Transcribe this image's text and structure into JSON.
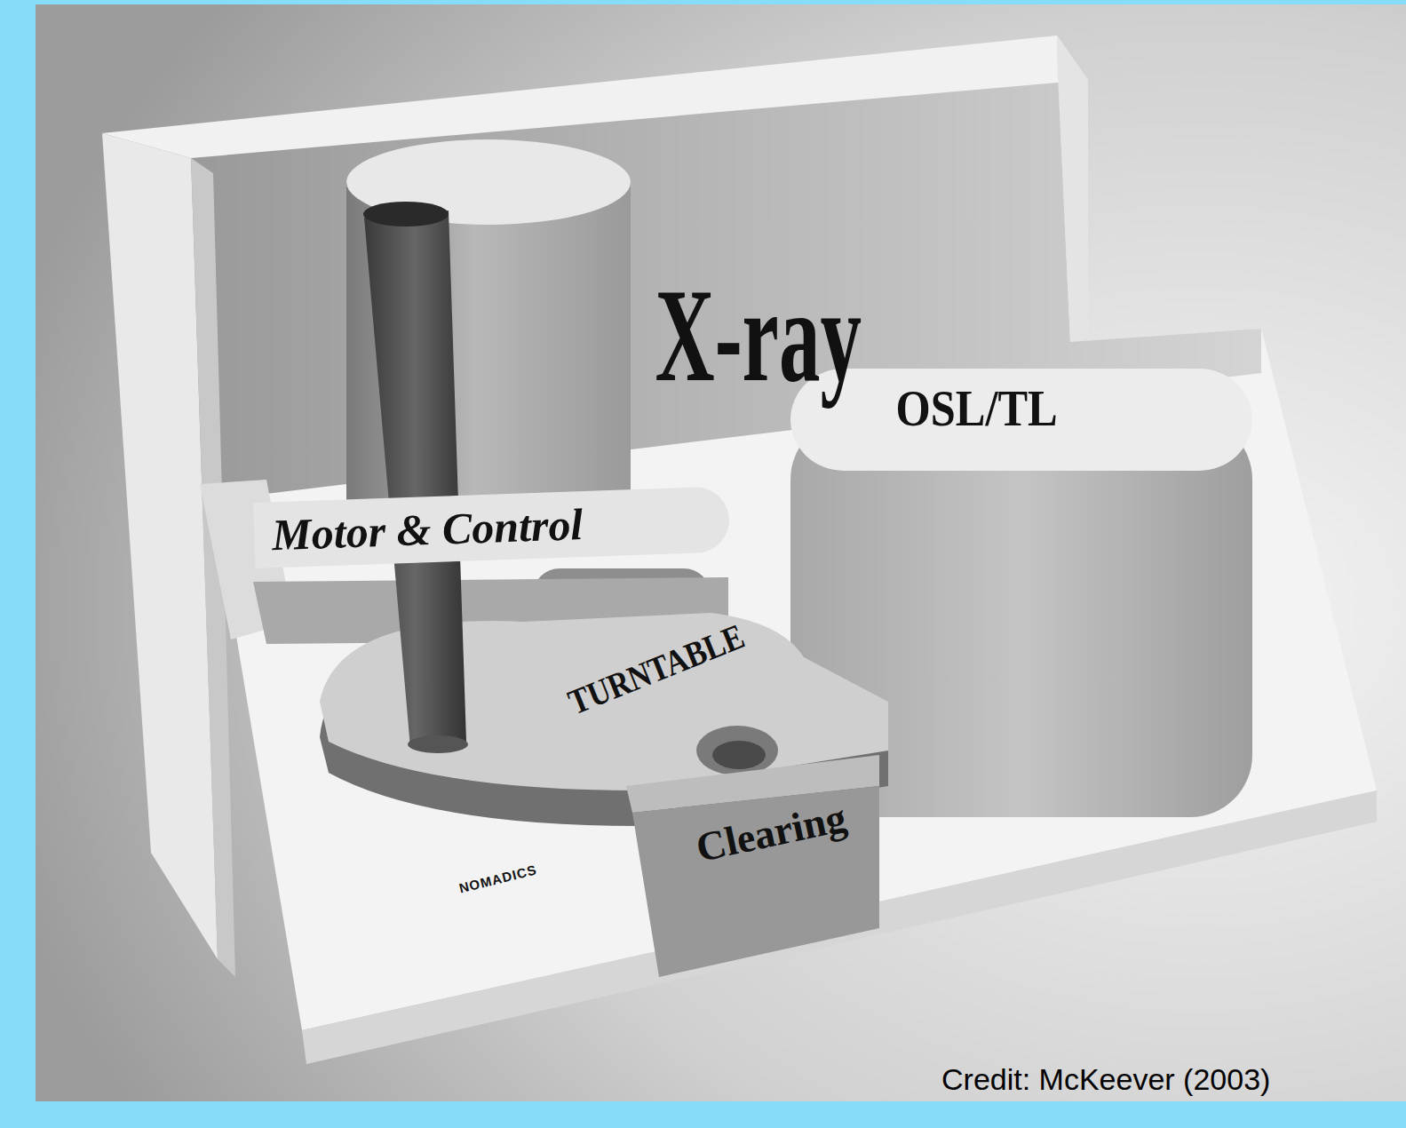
{
  "diagram": {
    "caption": "Credit: McKeever (2003)",
    "nodes": [
      {
        "text": [
          "X-ray"
        ]
      },
      {
        "text": [
          "OSL/TL"
        ]
      },
      {
        "text": [
          "Motor & Control"
        ]
      },
      {
        "text": [
          "TURNTABLE"
        ]
      },
      {
        "text": [
          "Clearing"
        ]
      }
    ],
    "labels": [
      "NOMADICS"
    ]
  }
}
